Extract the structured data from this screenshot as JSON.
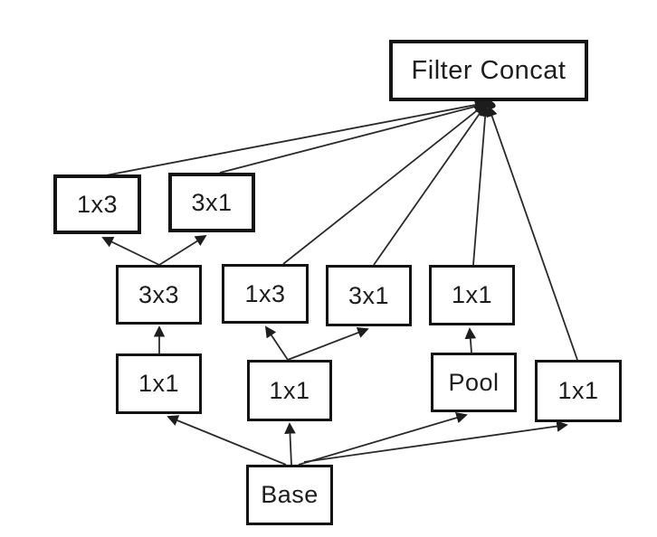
{
  "diagram": {
    "type": "neural-network-inception-module",
    "nodes": {
      "filter_concat": {
        "id": "filter-concat",
        "label": "Filter Concat"
      },
      "branch1_1x3": {
        "id": "branch1-1x3",
        "label": "1x3"
      },
      "branch1_3x1": {
        "id": "branch1-3x1",
        "label": "3x1"
      },
      "branch1_3x3": {
        "id": "branch1-3x3",
        "label": "3x3"
      },
      "branch2_1x3": {
        "id": "branch2-1x3",
        "label": "1x3"
      },
      "branch2_3x1": {
        "id": "branch2-3x1",
        "label": "3x1"
      },
      "branch3_1x1": {
        "id": "branch3-1x1",
        "label": "1x1"
      },
      "branch1_1x1": {
        "id": "branch1-1x1",
        "label": "1x1"
      },
      "branch2_1x1": {
        "id": "branch2-1x1",
        "label": "1x1"
      },
      "pool": {
        "id": "pool",
        "label": "Pool"
      },
      "branch4_1x1": {
        "id": "branch4-1x1",
        "label": "1x1"
      },
      "base": {
        "id": "base",
        "label": "Base"
      }
    },
    "edges": [
      {
        "from": "base",
        "to": "branch1-1x1"
      },
      {
        "from": "base",
        "to": "branch2-1x1"
      },
      {
        "from": "base",
        "to": "pool"
      },
      {
        "from": "base",
        "to": "branch4-1x1"
      },
      {
        "from": "branch1-1x1",
        "to": "branch1-3x3"
      },
      {
        "from": "branch1-3x3",
        "to": "branch1-1x3"
      },
      {
        "from": "branch1-3x3",
        "to": "branch1-3x1"
      },
      {
        "from": "branch1-1x3",
        "to": "filter-concat"
      },
      {
        "from": "branch1-3x1",
        "to": "filter-concat"
      },
      {
        "from": "branch2-1x1",
        "to": "branch2-1x3"
      },
      {
        "from": "branch2-1x1",
        "to": "branch2-3x1"
      },
      {
        "from": "branch2-1x3",
        "to": "filter-concat"
      },
      {
        "from": "branch2-3x1",
        "to": "filter-concat"
      },
      {
        "from": "pool",
        "to": "branch3-1x1"
      },
      {
        "from": "branch3-1x1",
        "to": "filter-concat"
      },
      {
        "from": "branch4-1x1",
        "to": "filter-concat"
      }
    ],
    "colors": {
      "background": "#ffffff",
      "stroke": "#1d1d1d",
      "text": "#1d1d1d"
    }
  }
}
